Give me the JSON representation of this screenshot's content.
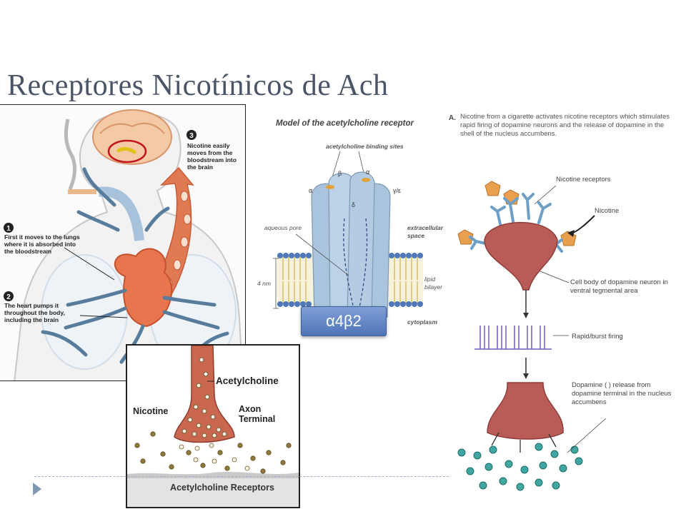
{
  "slide": {
    "title": "Receptores Nicotínicos de Ach",
    "badge": "α4β2"
  },
  "panel_body": {
    "step3": "Nicotine easily moves from the bloodstream into the brain",
    "step1": "First it moves to the lungs where it is absorbed into the bloodstream",
    "step2": "The heart pumps it throughout the body, including the brain",
    "num1": "1",
    "num2": "2",
    "num3": "3"
  },
  "panel_receptor": {
    "title": "Model of the acetylcholine receptor",
    "binding_sites": "acetylcholine binding sites",
    "alpha": "α",
    "beta": "β",
    "delta": "δ",
    "gamma_epsilon": "γ/ε",
    "aqueous_pore": "aqueous pore",
    "extracellular": "extracellular space",
    "lipid_bilayer": "lipid bilayer",
    "cytoplasm": "cytoplasm",
    "scale": "4 nm"
  },
  "panel_dopamine": {
    "caption_letter": "A.",
    "caption": "Nicotine from a cigarette activates nicotine receptors which stimulates rapid firing of dopamine neurons and the release of dopamine in the shell of the nucleus accumbens.",
    "nicotine_receptors": "Nicotine receptors",
    "nicotine": "Nicotine",
    "cell_body": "Cell body of dopamine neuron in ventral tegmental area",
    "firing": "Rapid/burst firing",
    "release": "Dopamine ( ) release from dopamine terminal in the nucleus accumbens"
  },
  "panel_synapse": {
    "acetylcholine": "Acetylcholine",
    "nicotine": "Nicotine",
    "axon_terminal": "Axon Terminal",
    "receptors": "Acetylcholine Receptors"
  }
}
